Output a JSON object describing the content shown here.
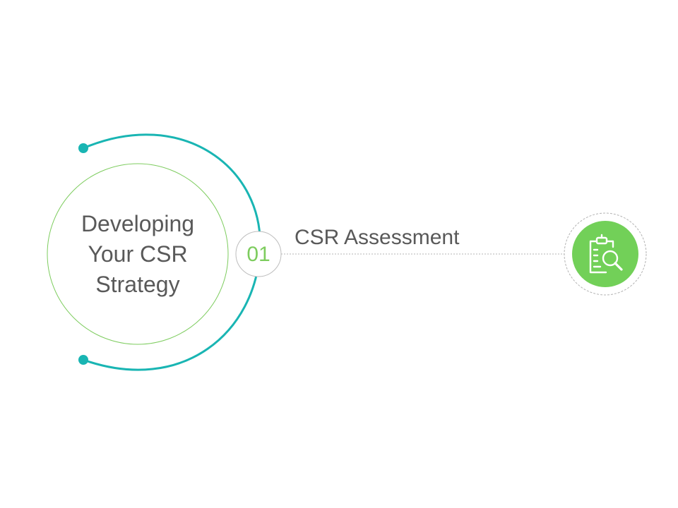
{
  "diagram": {
    "center_title_lines": [
      "Developing",
      "Your CSR",
      "Strategy"
    ],
    "step": {
      "number": "01",
      "label": "CSR Assessment",
      "icon": "clipboard-search-icon"
    },
    "colors": {
      "arc": "#19b5b3",
      "inner_circle": "#7dcc5e",
      "number": "#7dcc5e",
      "icon_fill": "#72d058",
      "text": "#595959",
      "connector": "#b3b3b3"
    }
  }
}
